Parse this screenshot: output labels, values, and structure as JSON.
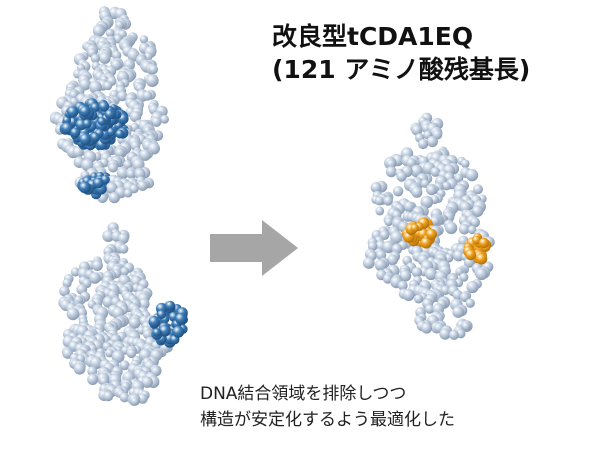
{
  "title": {
    "line1": "改良型tCDA1EQ",
    "line2": "(121 アミノ酸残基長)"
  },
  "caption": {
    "line1": "DNA結合領域を排除しつつ",
    "line2": "構造が安定化するよう最適化した"
  },
  "colors": {
    "protein_base": "#c3d1e2",
    "protein_dark": "#8c9bb0",
    "binding_region": "#3f7eb8",
    "mutation_sites": "#f0a21a",
    "arrow": "#a6a6a6"
  }
}
